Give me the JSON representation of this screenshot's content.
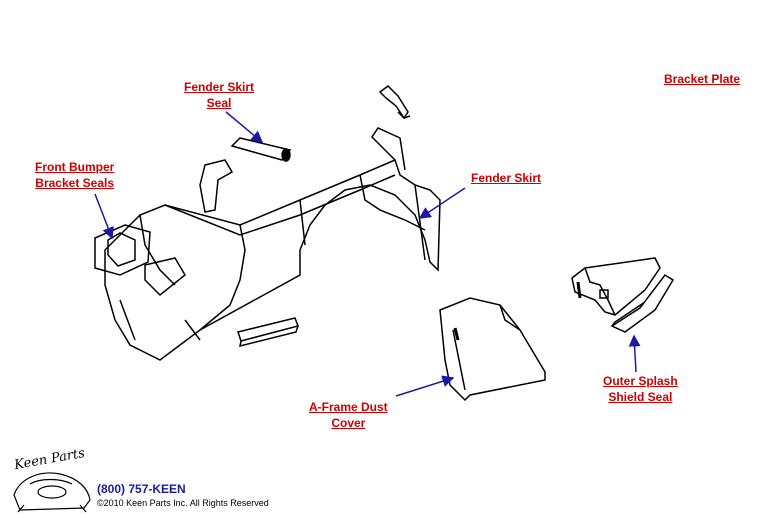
{
  "labels": {
    "fender_skirt_seal": [
      "Fender Skirt",
      "Seal"
    ],
    "front_bumper_bracket_seals": [
      "Front Bumper",
      "Bracket Seals"
    ],
    "bracket_plate": [
      "Bracket Plate"
    ],
    "fender_skirt": [
      "Fender Skirt"
    ],
    "a_frame_dust_cover": [
      "A-Frame Dust",
      "Cover"
    ],
    "outer_splash_shield_seal": [
      "Outer Splash",
      "Shield Seal"
    ]
  },
  "footer": {
    "logo": "Keen Parts",
    "phone": "(800) 757-KEEN",
    "copyright": "©2010 Keen Parts Inc. All Rights Reserved"
  },
  "colors": {
    "label": "#cc0000",
    "arrow": "#1a1aa0",
    "line_art": "#000000"
  }
}
